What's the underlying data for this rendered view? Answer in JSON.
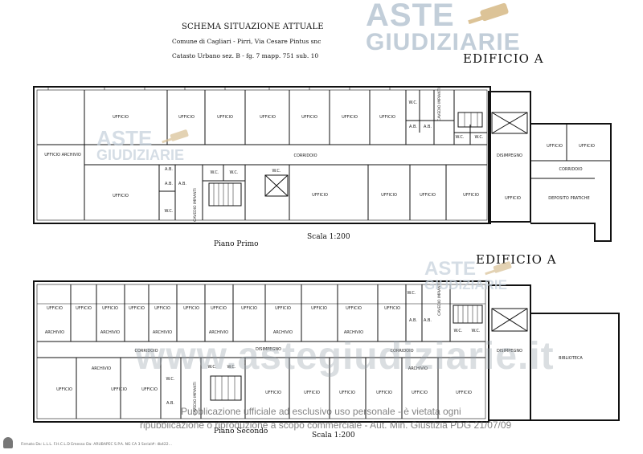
{
  "header": {
    "title": "SCHEMA SITUAZIONE ATTUALE",
    "line1": "Comune di Cagliari - Pirri,  Via Cesare Pintus snc",
    "line2": "Catasto Urbano sez. B - fg. 7 mapp. 751 sub. 10"
  },
  "building_label_top": "EDIFICIO  A",
  "building_label_bottom": "EDIFICIO  A",
  "first_floor": {
    "name": "Piano Primo",
    "scale": "Scala 1:200",
    "rooms": {
      "r1": "UFFICIO",
      "r2": "UFFICIO",
      "r3": "UFFICIO",
      "r4": "UFFICIO",
      "r5": "UFFICIO",
      "r6": "UFFICIO",
      "r7": "UFFICIO",
      "r8": "UFFICIO ARCHIVIO",
      "corridor": "CORRIDOIO",
      "r9": "UFFICIO",
      "r10": "UFFICIO",
      "r11": "UFFICIO",
      "r12": "UFFICIO",
      "r13": "UFFICIO",
      "r14": "UFFICIO",
      "r15": "UFFICIO",
      "r16": "UFFICIO",
      "disimpegno": "DISIMPEGNO",
      "corridoio2": "CORRIDOIO",
      "deposito": "DEPOSITO PRATICHE",
      "wc1": "W.C.",
      "wc2": "W.C.",
      "wc3": "W.C.",
      "wc4": "W.C.",
      "wc5": "W.C.",
      "wc6": "W.C.",
      "wc7": "W.C.",
      "ab1": "A.B.",
      "ab2": "A.B.",
      "ab3": "A.B.",
      "ab4": "A.B.",
      "ab5": "A.B.",
      "vano1": "CAVEDIO IMPIANTI",
      "vano2": "CAVEDIO IMPIANTI"
    }
  },
  "second_floor": {
    "name": "Piano Secondo",
    "scale": "Scala 1:200",
    "rooms": {
      "u": "UFFICIO",
      "archivio": "ARCHIVIO",
      "corridoio": "CORRIDOIO",
      "disimpegno": "DISIMPEGNO",
      "biblioteca": "BIBLIOTECA",
      "wc": "W.C.",
      "ab": "A.B.",
      "vano": "CAVEDIO IMPIANTI"
    }
  },
  "watermark": {
    "brand_line1": "ASTE",
    "brand_line2": "GIUDIZIARIE",
    "url": "www.astegiudiziarie.it",
    "notice_line1": "Pubblicazione ufficiale ad esclusivo uso personale - è vietata ogni",
    "notice_line2": "ripubblicazione o riproduzione a scopo commerciale - Aut. Min. Giustizia PDG 21/07/09"
  },
  "footer_tiny": "Firmato Da: L.L.L. F.H.C.L.D Emesso Da: ARUBAPEC S.P.A. NG CA 3 Serial#: 4b422...",
  "colors": {
    "watermark": "#c5d2dd",
    "brand_blue": "#aab9c9",
    "gavel": "#c9a66b",
    "lines": "#111111"
  }
}
